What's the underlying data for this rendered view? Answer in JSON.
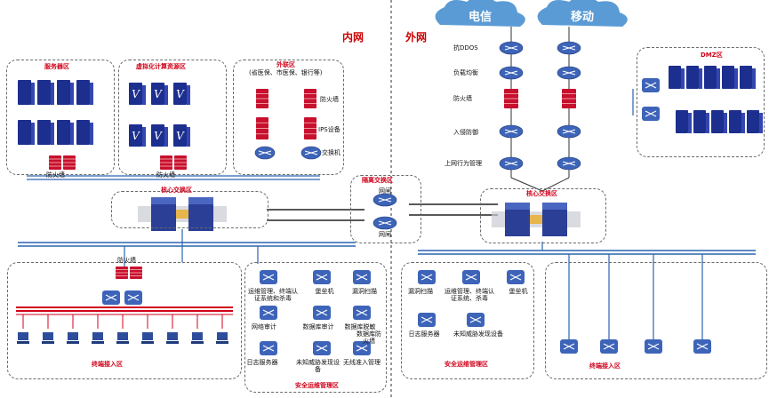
{
  "headers": {
    "inner": "内网",
    "outer": "外网"
  },
  "clouds": {
    "telecom": "电信",
    "mobile": "移动"
  },
  "zones": {
    "server": "服务器区",
    "virtual": "虚拟化计算资源区",
    "external": "外联区",
    "external_sub": "(省医保、市医保、银行等)",
    "dmz": "DMZ区",
    "isolation": "隔离交换区",
    "core_left": "核心交换区",
    "core_right": "核心交换区",
    "terminal_left": "终端接入区",
    "secops_left": "安全运维管理区",
    "secops_right": "安全运维管理区",
    "terminal_right": "终端接入区"
  },
  "labels": {
    "fw1": "防火墙",
    "fw2": "防火墙",
    "ext_fw": "防火墙",
    "ext_ips": "IPS设备",
    "ext_sw": "交换机",
    "gate1": "网闸",
    "gate2": "网闸",
    "anti_ddos": "抗DDOS",
    "load_balance": "负载均衡",
    "fw_out": "防火墙",
    "ids": "入侵防御",
    "behavior": "上网行为管理",
    "fw_terminal": "防火墙"
  },
  "secops_left_items": [
    "运维管理、终端认证系统和杀毒",
    "堡垒机",
    "漏洞扫描",
    "网络审计",
    "数据库审计",
    "数据库脱敏",
    "数据库防火墙",
    "日志服务器",
    "未知威胁发现设备",
    "无线准入管理"
  ],
  "secops_right_items": [
    "漏洞扫描",
    "运维管理、终端认证系统、杀毒",
    "堡垒机",
    "日志服务器",
    "未知威胁发现设备"
  ],
  "colors": {
    "server": "#1c2f8f",
    "firewall": "#c8102e",
    "switch": "#3d64b8",
    "line_blue": "#2a64b0",
    "line_red": "#d0021b",
    "cloud": "#5b9bd5",
    "zone_title": "#c00000"
  }
}
